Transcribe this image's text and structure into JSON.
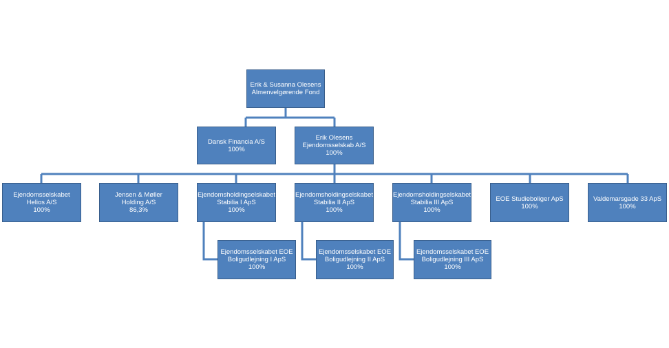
{
  "theme": {
    "box_fill": "#4f81bd",
    "box_border": "#385d8a",
    "line_color": "#4f81bd",
    "text_color": "#ffffff"
  },
  "nodes": {
    "fond": {
      "line1": "Erik & Susanna Olesens",
      "line2": "Almenvelgørende Fond"
    },
    "dansk_financia": {
      "line1": "Dansk Financia A/S",
      "line2": "100%"
    },
    "eoe_ejendomsselskab": {
      "line1": "Erik Olesens",
      "line2": "Ejendomsselskab A/S",
      "line3": "100%"
    },
    "helios": {
      "line1": "Ejendomsselskabet",
      "line2": "Helios A/S",
      "line3": "100%"
    },
    "jensen_moller": {
      "line1": "Jensen & Møller",
      "line2": "Holding A/S",
      "line3": "86,3%"
    },
    "stabilia_1": {
      "line1": "Ejendomsholdingselskabet",
      "line2": "Stabilia I ApS",
      "line3": "100%"
    },
    "stabilia_2": {
      "line1": "Ejendomsholdingselskabet",
      "line2": "Stabilia II ApS",
      "line3": "100%"
    },
    "stabilia_3": {
      "line1": "Ejendomsholdingselskabet",
      "line2": "Stabilia III ApS",
      "line3": "100%"
    },
    "studieboliger": {
      "line1": "EOE Studieboliger ApS",
      "line2": "100%"
    },
    "valdemarsgade": {
      "line1": "Valdemarsgade 33 ApS",
      "line2": "100%"
    },
    "boligudlejning_1": {
      "line1": "Ejendomsselskabet EOE",
      "line2": "Boligudlejning I ApS",
      "line3": "100%"
    },
    "boligudlejning_2": {
      "line1": "Ejendomsselskabet EOE",
      "line2": "Boligudlejning II ApS",
      "line3": "100%"
    },
    "boligudlejning_3": {
      "line1": "Ejendomsselskabet EOE",
      "line2": "Boligudlejning III ApS",
      "line3": "100%"
    }
  }
}
